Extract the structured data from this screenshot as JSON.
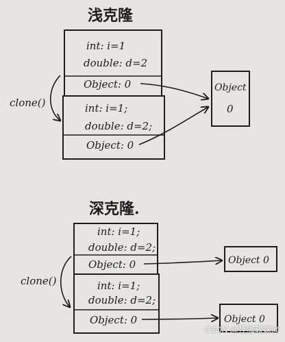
{
  "shallow": {
    "title": "浅克隆",
    "clone_label": "clone()",
    "box1": {
      "line1": "int: i=1",
      "line2": "double: d=2",
      "line3": "Object: 0"
    },
    "box2": {
      "line1": "int: i=1;",
      "line2": "double: d=2;",
      "line3": "Object: 0"
    },
    "object_box": {
      "line1": "Object",
      "line2": "0"
    }
  },
  "deep": {
    "title": "深克隆.",
    "clone_label": "clone()",
    "box1": {
      "line1": "int: i=1;",
      "line2": "double: d=2;",
      "line3": "Object: 0"
    },
    "box2": {
      "line1": "int: i=1;",
      "line2": "double: d=2;",
      "line3": "Object: 0"
    },
    "object_box1": {
      "line1": "Object 0"
    },
    "object_box2": {
      "line1": "Object 0"
    }
  },
  "watermark": "CSDN @怪咖软妹@",
  "colors": {
    "paper": "#e6e5e1",
    "ink": "#1c1c1c"
  }
}
